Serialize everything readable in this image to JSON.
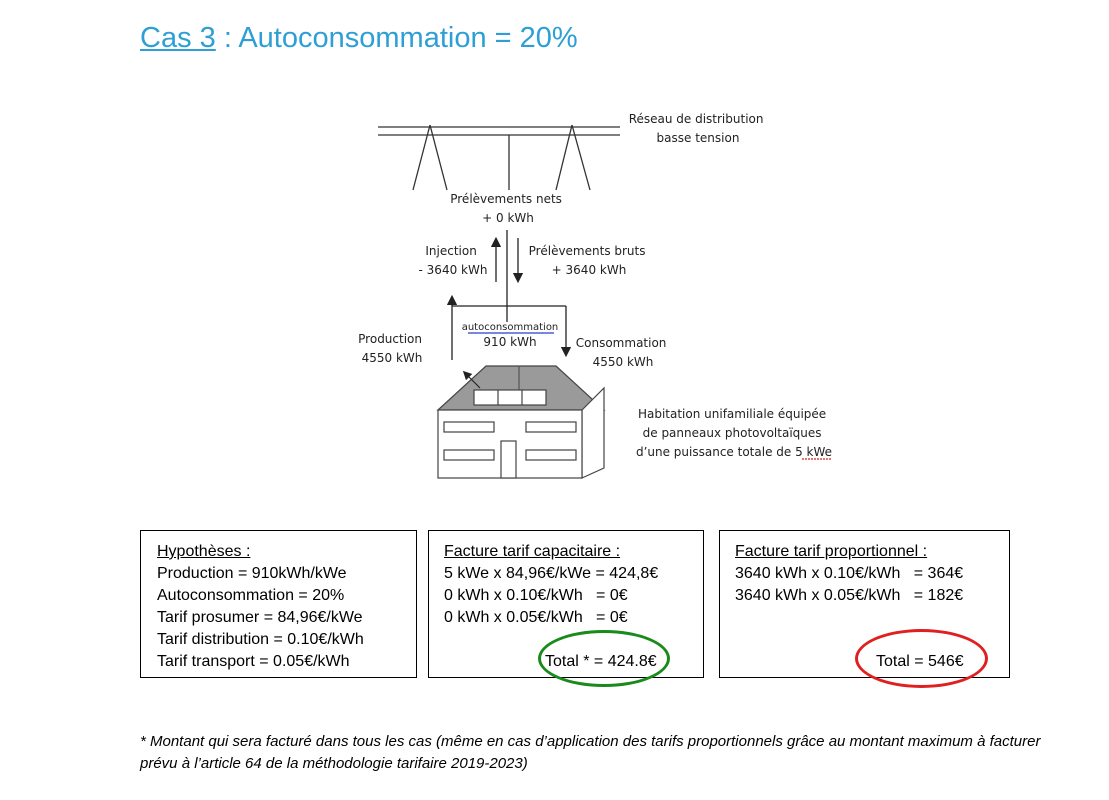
{
  "title": {
    "lead": "Cas 3",
    "rest": " : Autoconsommation = 20%"
  },
  "diagram": {
    "reseau": [
      "Réseau de distribution",
      "basse tension"
    ],
    "prelevements_nets": [
      "Prélèvements nets",
      "+ 0 kWh"
    ],
    "injection": [
      "Injection",
      "- 3640 kWh"
    ],
    "prelevements_bruts": [
      "Prélèvements bruts",
      "+ 3640 kWh"
    ],
    "autoconsommation": [
      "autoconsommation",
      "910 kWh"
    ],
    "production": [
      "Production",
      "4550 kWh"
    ],
    "consommation": [
      "Consommation",
      "4550 kWh"
    ],
    "habitation": [
      "Habitation unifamiliale équipée",
      "de panneaux photovoltaïques",
      "d’une puissance totale de 5 kWe"
    ]
  },
  "boxes": {
    "hypotheses": {
      "heading": "Hypothèses :",
      "lines": [
        "Production = 910kWh/kWe",
        "Autoconsommation = 20%",
        "Tarif prosumer = 84,96€/kWe",
        "Tarif distribution = 0.10€/kWh",
        "Tarif transport = 0.05€/kWh"
      ]
    },
    "capacitaire": {
      "heading": "Facture tarif capacitaire :",
      "lines": [
        "5 kWe x 84,96€/kWe = 424,8€",
        "0 kWh x 0.10€/kWh   = 0€",
        "0 kWh x 0.05€/kWh   = 0€"
      ],
      "total": "Total * = 424.8€",
      "highlight_color": "#1a8a1a"
    },
    "proportionnel": {
      "heading": "Facture tarif proportionnel :",
      "lines": [
        "3640 kWh x 0.10€/kWh   = 364€",
        "3640 kWh x 0.05€/kWh   = 182€"
      ],
      "total": "Total = 546€",
      "highlight_color": "#e02020"
    }
  },
  "footnote": "* Montant qui sera facturé dans tous les cas (même en cas d’application des tarifs proportionnels grâce au montant maximum à facturer prévu à l’article 64 de la méthodologie tarifaire 2019-2023)",
  "colors": {
    "title": "#2e9fd6",
    "underline_red": "#d02020",
    "underline_blue": "#2b3fd0"
  }
}
